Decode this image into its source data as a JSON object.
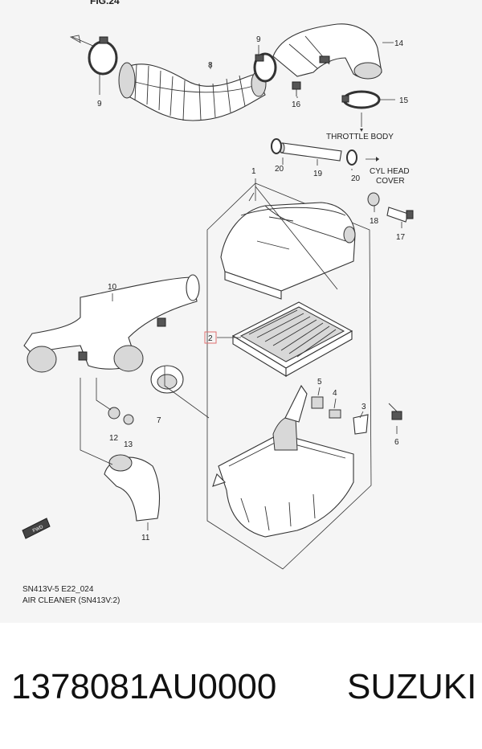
{
  "figure_label": "FIG.24",
  "callouts": {
    "c1": "1",
    "c2": "2",
    "c3": "3",
    "c4": "4",
    "c5": "5",
    "c6": "6",
    "c7": "7",
    "c8": "8",
    "c9a": "9",
    "c9b": "9",
    "c10": "10",
    "c11": "11",
    "c12": "12",
    "c13": "13",
    "c14": "14",
    "c15": "15",
    "c16": "16",
    "c17": "17",
    "c18": "18",
    "c19": "19",
    "c20a": "20",
    "c20b": "20"
  },
  "annotations": {
    "throttle_body": "THROTTLE BODY",
    "cyl_head_line1": "CYL HEAD",
    "cyl_head_line2": "COVER",
    "fwd": "FWD"
  },
  "caption": {
    "line1": "SN413V-5 E22_024",
    "line2": "AIR CLEANER (SN413V:2)"
  },
  "product": {
    "part_number": "1378081AU0000",
    "brand": "SUZUKI"
  },
  "colors": {
    "panel_background": "#f5f5f5",
    "highlight_box": "#e07070"
  }
}
